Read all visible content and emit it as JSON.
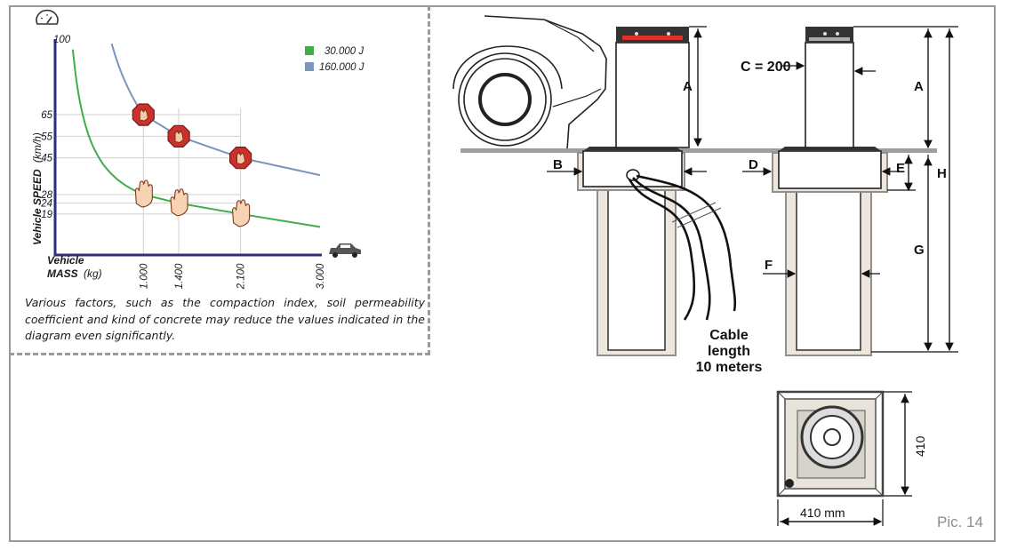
{
  "chart_data": {
    "type": "line",
    "title": "",
    "xlabel": "Vehicle MASS (kg)",
    "ylabel": "Vehicle SPEED (km/h)",
    "xlabel_parts": [
      "Vehicle",
      "MASS",
      "(kg)"
    ],
    "ylabel_parts": [
      "Vehicle SPEED",
      "(km/h)"
    ],
    "x_ticks": [
      "1.000",
      "1.400",
      "2.100",
      "3.000"
    ],
    "y_ticks": [
      "100",
      "65",
      "55",
      "45",
      "28",
      "24",
      "19"
    ],
    "xlim": [
      0,
      3000
    ],
    "ylim": [
      0,
      100
    ],
    "legend_position": "top-right",
    "series": [
      {
        "name": "30.000 J",
        "color": "#3fae49",
        "points": [
          [
            1000,
            28
          ],
          [
            1400,
            24
          ],
          [
            2100,
            19
          ]
        ],
        "curve_end": 3000,
        "curve_end_value": 13
      },
      {
        "name": "160.000 J",
        "color": "#7b96bc",
        "points": [
          [
            1000,
            65
          ],
          [
            1400,
            55
          ],
          [
            2100,
            45
          ]
        ],
        "curve_end": 3000,
        "curve_end_value": 37
      }
    ]
  },
  "note": "Various factors, such as the compaction index, soil permeability coefficient and kind of concrete may reduce the values indicated in the diagram even significantly.",
  "diagram": {
    "labels": {
      "A": "A",
      "A2": "A",
      "B": "B",
      "C": "C = 200",
      "D": "D",
      "E": "E",
      "F": "F",
      "G": "G",
      "H": "H"
    },
    "cable_lines": [
      "Cable",
      "length",
      "10 meters"
    ],
    "dim_width": "410 mm",
    "dim_height": "410"
  },
  "caption": "Pic. 14",
  "colors": {
    "green": "#3fae49",
    "blue": "#7b96bc",
    "stop_red": "#c8312c",
    "axis": "#2e2e7a",
    "grid": "#cfcfcf",
    "concrete": "#ece6dd"
  },
  "icons": [
    "speedometer-icon",
    "stop-sign-icon",
    "hand-icon",
    "car-icon"
  ]
}
